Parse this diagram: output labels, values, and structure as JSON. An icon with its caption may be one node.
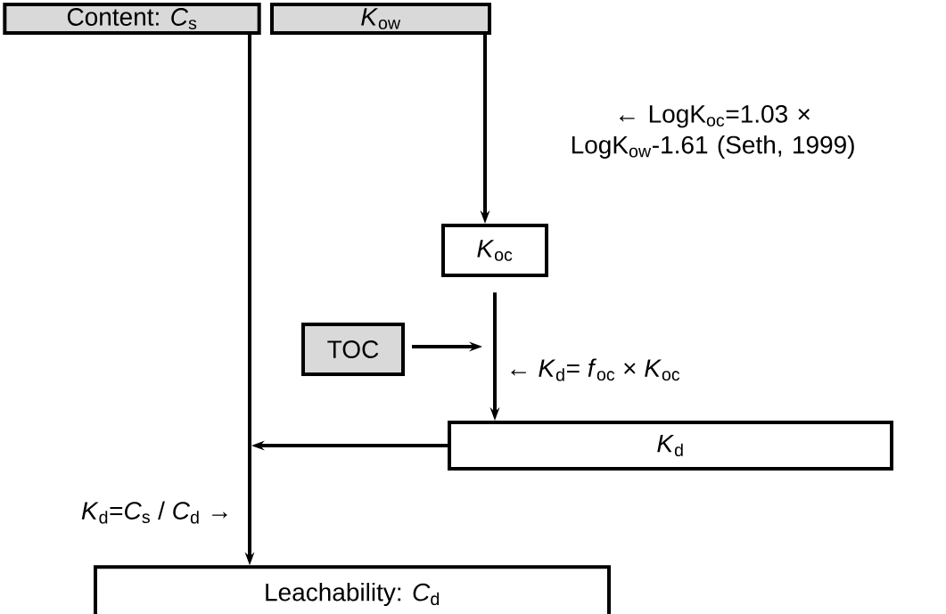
{
  "diagram": {
    "nodes": [
      {
        "text": [
          "Content: *C*$_{s}$"
        ]
      },
      {
        "text": [
          "*K*$_{ow}$"
        ]
      },
      {
        "text": [
          "*K*$_{oc}$"
        ]
      },
      {
        "text": [
          "TOC"
        ]
      },
      {
        "text": [
          "*K*$_{d}$"
        ]
      },
      {
        "text": [
          "Leachability: *C*$_{d}$"
        ]
      }
    ],
    "edges": [
      {
        "from": 1,
        "to": 2,
        "arrow": "to",
        "label": "← LogK$_{oc}$=1.03 × LogK$_{ow}$-1.61 (Seth, 1999)"
      },
      {
        "from": 2,
        "to": 4,
        "arrow": "to",
        "label": "← *K*$_{d}$= *f*$_{oc}$ × *K*$_{oc}$"
      },
      {
        "from": 3,
        "to": null,
        "arrow": "to"
      },
      {
        "from": 4,
        "to": null,
        "arrow": "to"
      },
      {
        "from": 0,
        "to": 5,
        "arrow": "to",
        "label": "*K*$_{d}$=*C*$_{s}$ / *C*$_{d}$ →"
      }
    ]
  }
}
